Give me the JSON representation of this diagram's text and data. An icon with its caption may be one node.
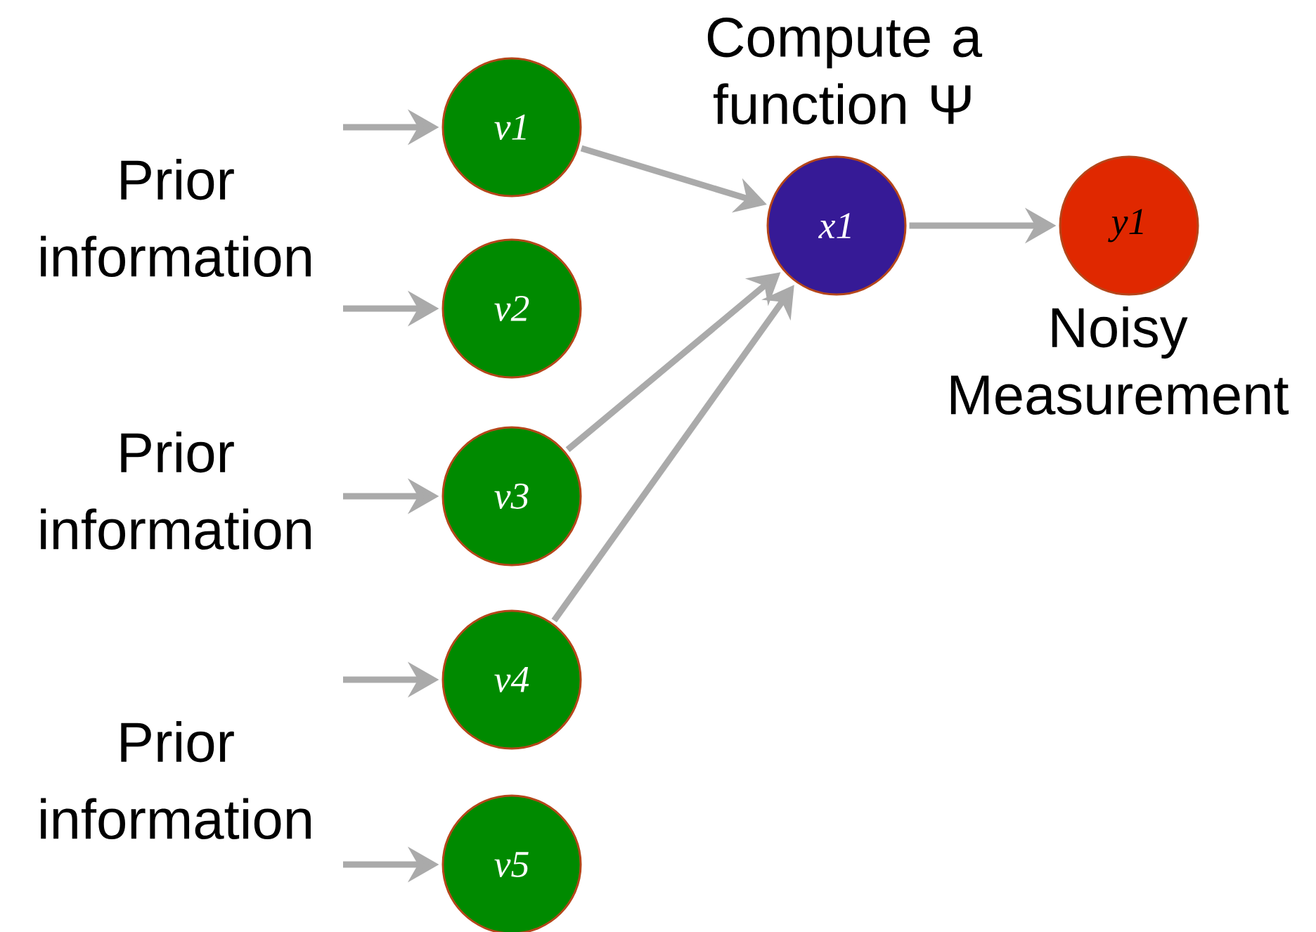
{
  "diagram": {
    "nodes": [
      {
        "text": [
          "v1"
        ]
      },
      {
        "text": [
          "v2"
        ]
      },
      {
        "text": [
          "v3"
        ]
      },
      {
        "text": [
          "v4"
        ]
      },
      {
        "text": [
          "v5"
        ]
      },
      {
        "text": [
          "x1"
        ],
        "beside": [
          "Compute a function Ψ"
        ]
      },
      {
        "text": [
          "y1"
        ],
        "beside": [
          "Noisy Measurement"
        ]
      }
    ],
    "edges": [
      {
        "from": null,
        "to": 0,
        "arrow": "to"
      },
      {
        "from": null,
        "to": 1,
        "arrow": "to"
      },
      {
        "from": null,
        "to": 2,
        "arrow": "to"
      },
      {
        "from": null,
        "to": 3,
        "arrow": "to"
      },
      {
        "from": null,
        "to": 4,
        "arrow": "to"
      },
      {
        "from": 0,
        "to": 5,
        "arrow": "to"
      },
      {
        "from": 2,
        "to": 5,
        "arrow": "to"
      },
      {
        "from": 3,
        "to": 5,
        "arrow": "to"
      },
      {
        "from": 5,
        "to": 6,
        "arrow": "to"
      }
    ],
    "labels": [
      "Prior information",
      "Prior information",
      "Prior information"
    ]
  }
}
